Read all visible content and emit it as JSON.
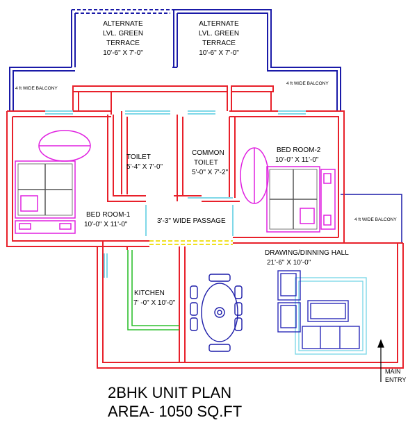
{
  "terraces": {
    "left": {
      "line1": "ALTERNATE",
      "line2": "LVL. GREEN",
      "line3": "TERRACE",
      "size": "10'-6\" X 7'-0\""
    },
    "right": {
      "line1": "ALTERNATE",
      "line2": "LVL. GREEN",
      "line3": "TERRACE",
      "size": "10'-6\" X 7'-0\""
    }
  },
  "balconies": {
    "top_left": "4 ft WIDE BALCONY",
    "top_right": "4 ft WIDE BALCONY",
    "side_right": "4 ft WIDE BALCONY"
  },
  "rooms": {
    "toilet": {
      "name": "TOILET",
      "size": "5'-4\" X 7'-0\""
    },
    "common_toilet": {
      "name1": "COMMON",
      "name2": "TOILET",
      "size": "5'-0\" X 7'-2\""
    },
    "bedroom1": {
      "name": "BED ROOM-1",
      "size": "10'-0\"  X 11'-0\""
    },
    "bedroom2": {
      "name": "BED ROOM-2",
      "size": "10'-0\"  X 11'-0\""
    },
    "passage": {
      "name": "3'-3\" WIDE PASSAGE"
    },
    "kitchen": {
      "name": "KITCHEN",
      "size": "7' -0\" X 10'-0\""
    },
    "drawing": {
      "name": "DRAWING/DINNING HALL",
      "size": "21'-6\" X 10'-0\""
    }
  },
  "entry": {
    "line1": "MAIN",
    "line2": "ENTRY"
  },
  "title": {
    "line1": "2BHK UNIT PLAN",
    "line2": "AREA- 1050 SQ.FT"
  },
  "colors": {
    "wall": "#e8202a",
    "balcony_line": "#1a1aa8",
    "furniture_bed": "#e020e0",
    "furniture_sofa": "#2a2ab8",
    "glass": "#7fd8e8",
    "kitchen_counter": "#2ec02e",
    "door": "#f0e020",
    "text": "#000000"
  }
}
